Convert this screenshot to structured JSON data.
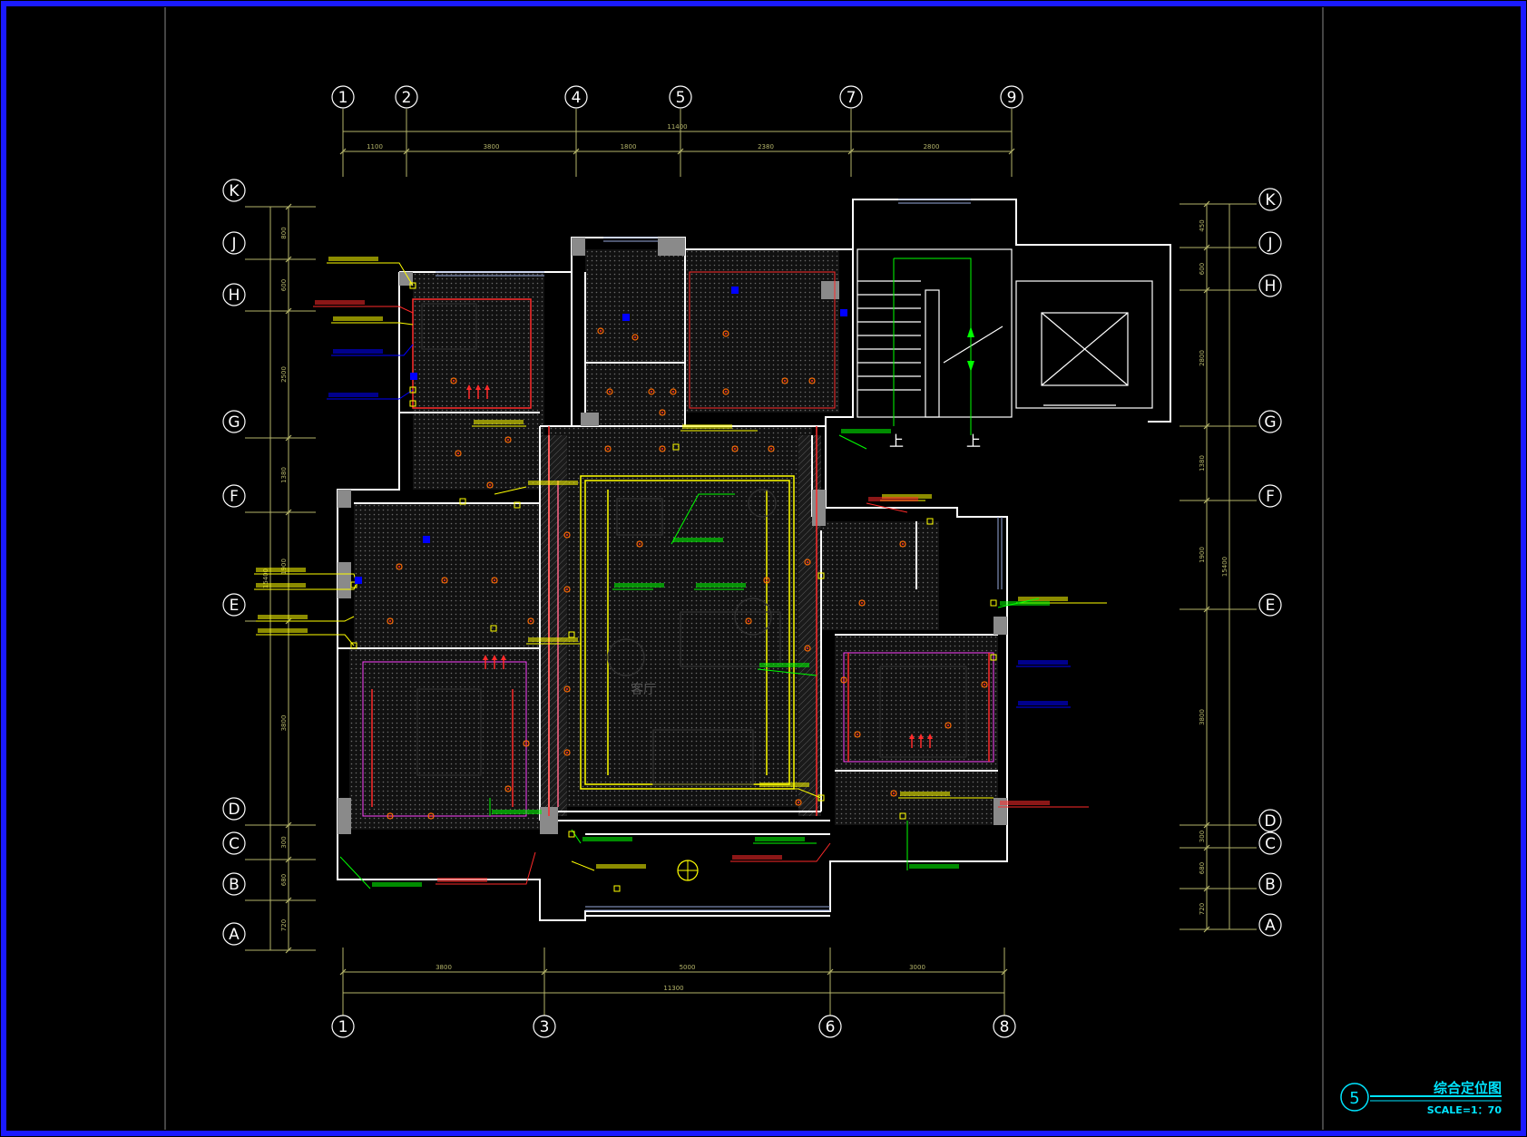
{
  "grid": {
    "top": [
      "1",
      "2",
      "4",
      "5",
      "7",
      "9"
    ],
    "bottom": [
      "1",
      "3",
      "6",
      "8"
    ],
    "left": [
      "K",
      "J",
      "H",
      "G",
      "F",
      "E",
      "D",
      "C",
      "B",
      "A"
    ],
    "right": [
      "K",
      "J",
      "H",
      "G",
      "F",
      "E",
      "D",
      "C",
      "B",
      "A"
    ]
  },
  "dimensions": {
    "top_total": "11400",
    "top_segments": [
      "1100",
      "3800",
      "1800",
      "2380",
      "2800"
    ],
    "bottom_total": "11300",
    "bottom_segments": [
      "3800",
      "5000",
      "3000"
    ],
    "left_total": "15400",
    "left_segments": [
      "800",
      "600",
      "2500",
      "1380",
      "1900",
      "3800",
      "300",
      "680",
      "720"
    ],
    "right_total": "15400",
    "right_segments": [
      "450",
      "600",
      "2800",
      "1380",
      "1900",
      "3800",
      "300",
      "680",
      "720"
    ]
  },
  "rooms": {
    "living": "客厅",
    "stair_up_left": "上",
    "stair_up_right": "上"
  },
  "title_block": {
    "number": "5",
    "title": "综合定位图",
    "scale": "SCALE=1：70"
  },
  "colors": {
    "frame": "#1a1aff",
    "walls": "#ffffff",
    "grid_lines": "#b5b56a",
    "labels": "#ffff00",
    "notes": "#00ff00",
    "lights": "#ff2a2a",
    "ducts": "#0000ff",
    "hatch": "#555555",
    "cyan": "#00e5ff"
  }
}
